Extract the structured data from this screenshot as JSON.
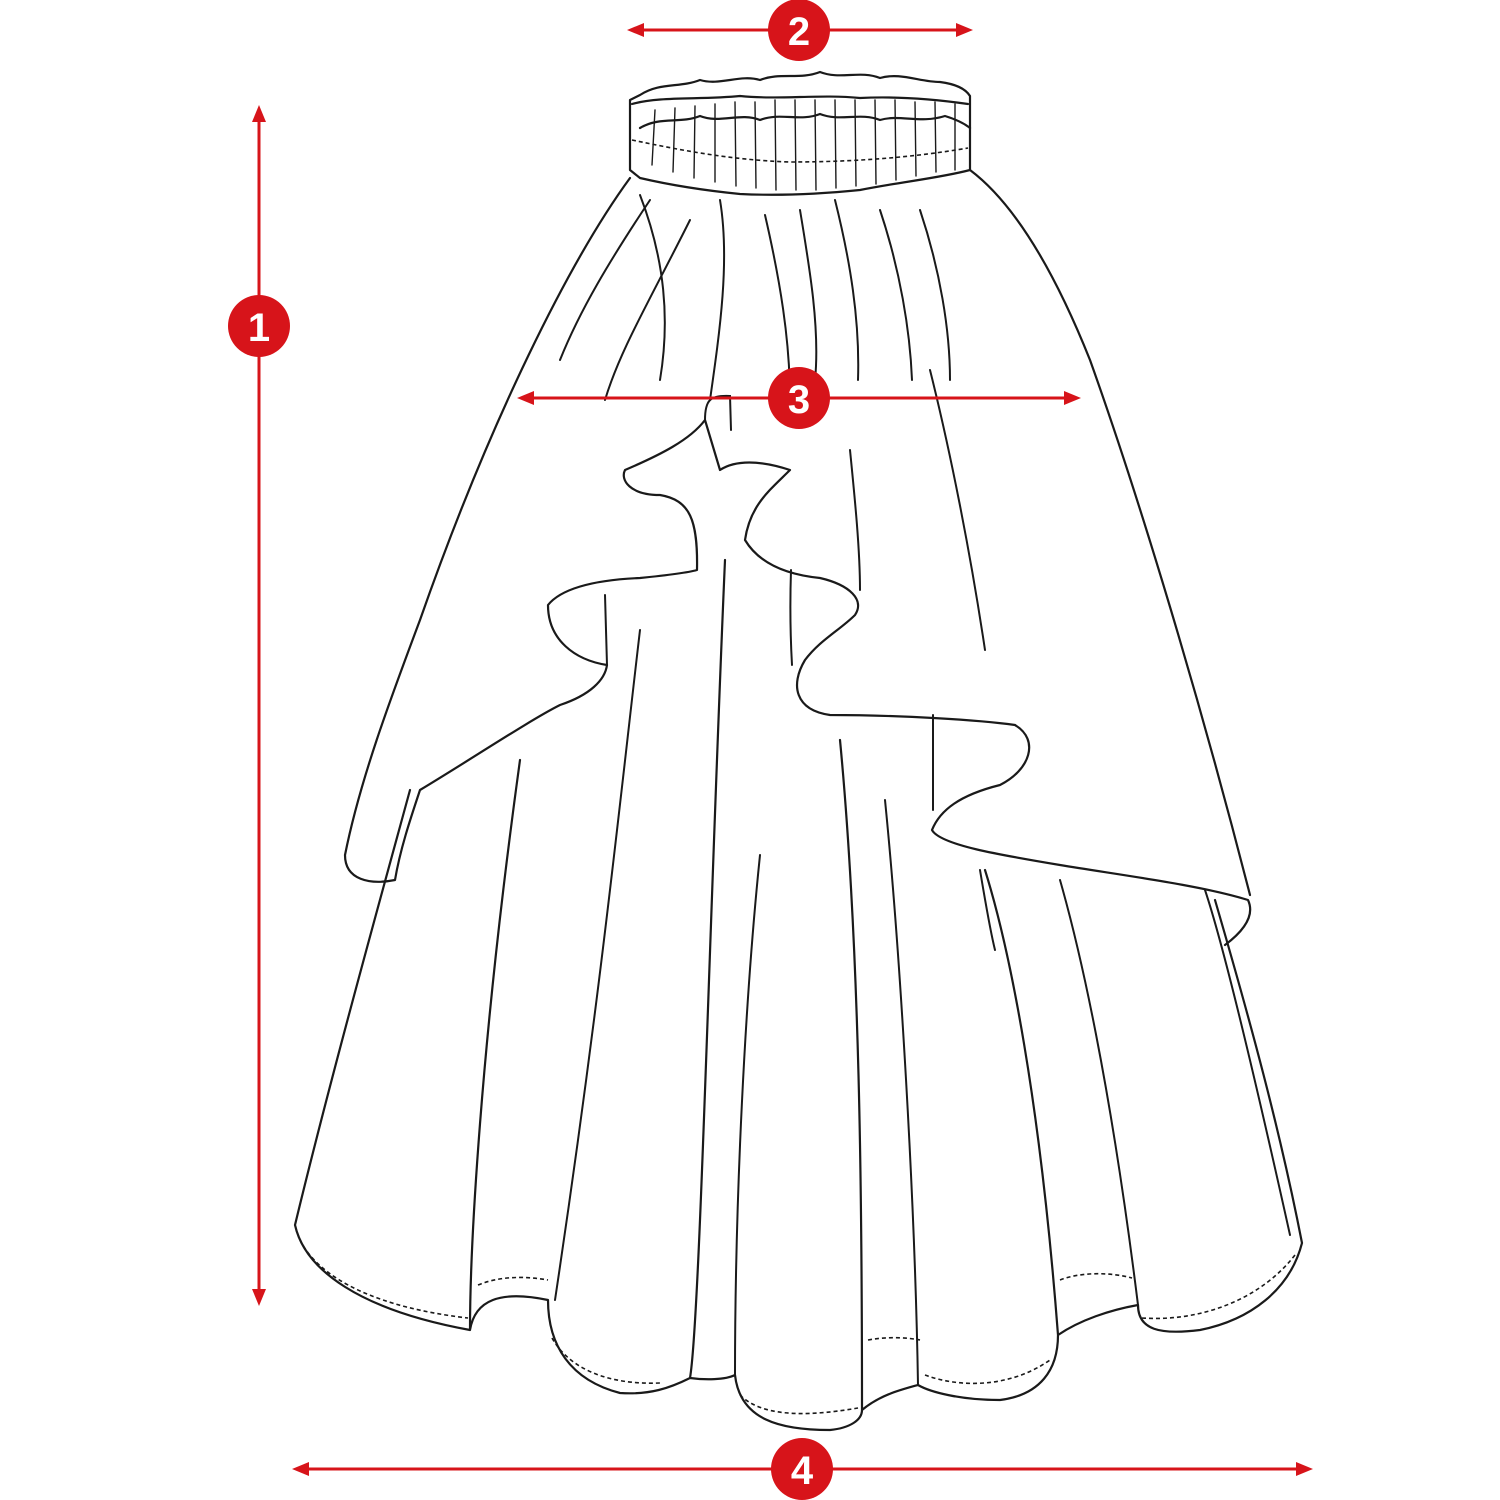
{
  "diagram": {
    "measurements": [
      {
        "id": "length",
        "label": "1"
      },
      {
        "id": "waist",
        "label": "2"
      },
      {
        "id": "hip",
        "label": "3"
      },
      {
        "id": "hem",
        "label": "4"
      }
    ],
    "colors": {
      "accent": "#d7141a",
      "outline": "#1a1a1a",
      "background": "#ffffff"
    }
  }
}
